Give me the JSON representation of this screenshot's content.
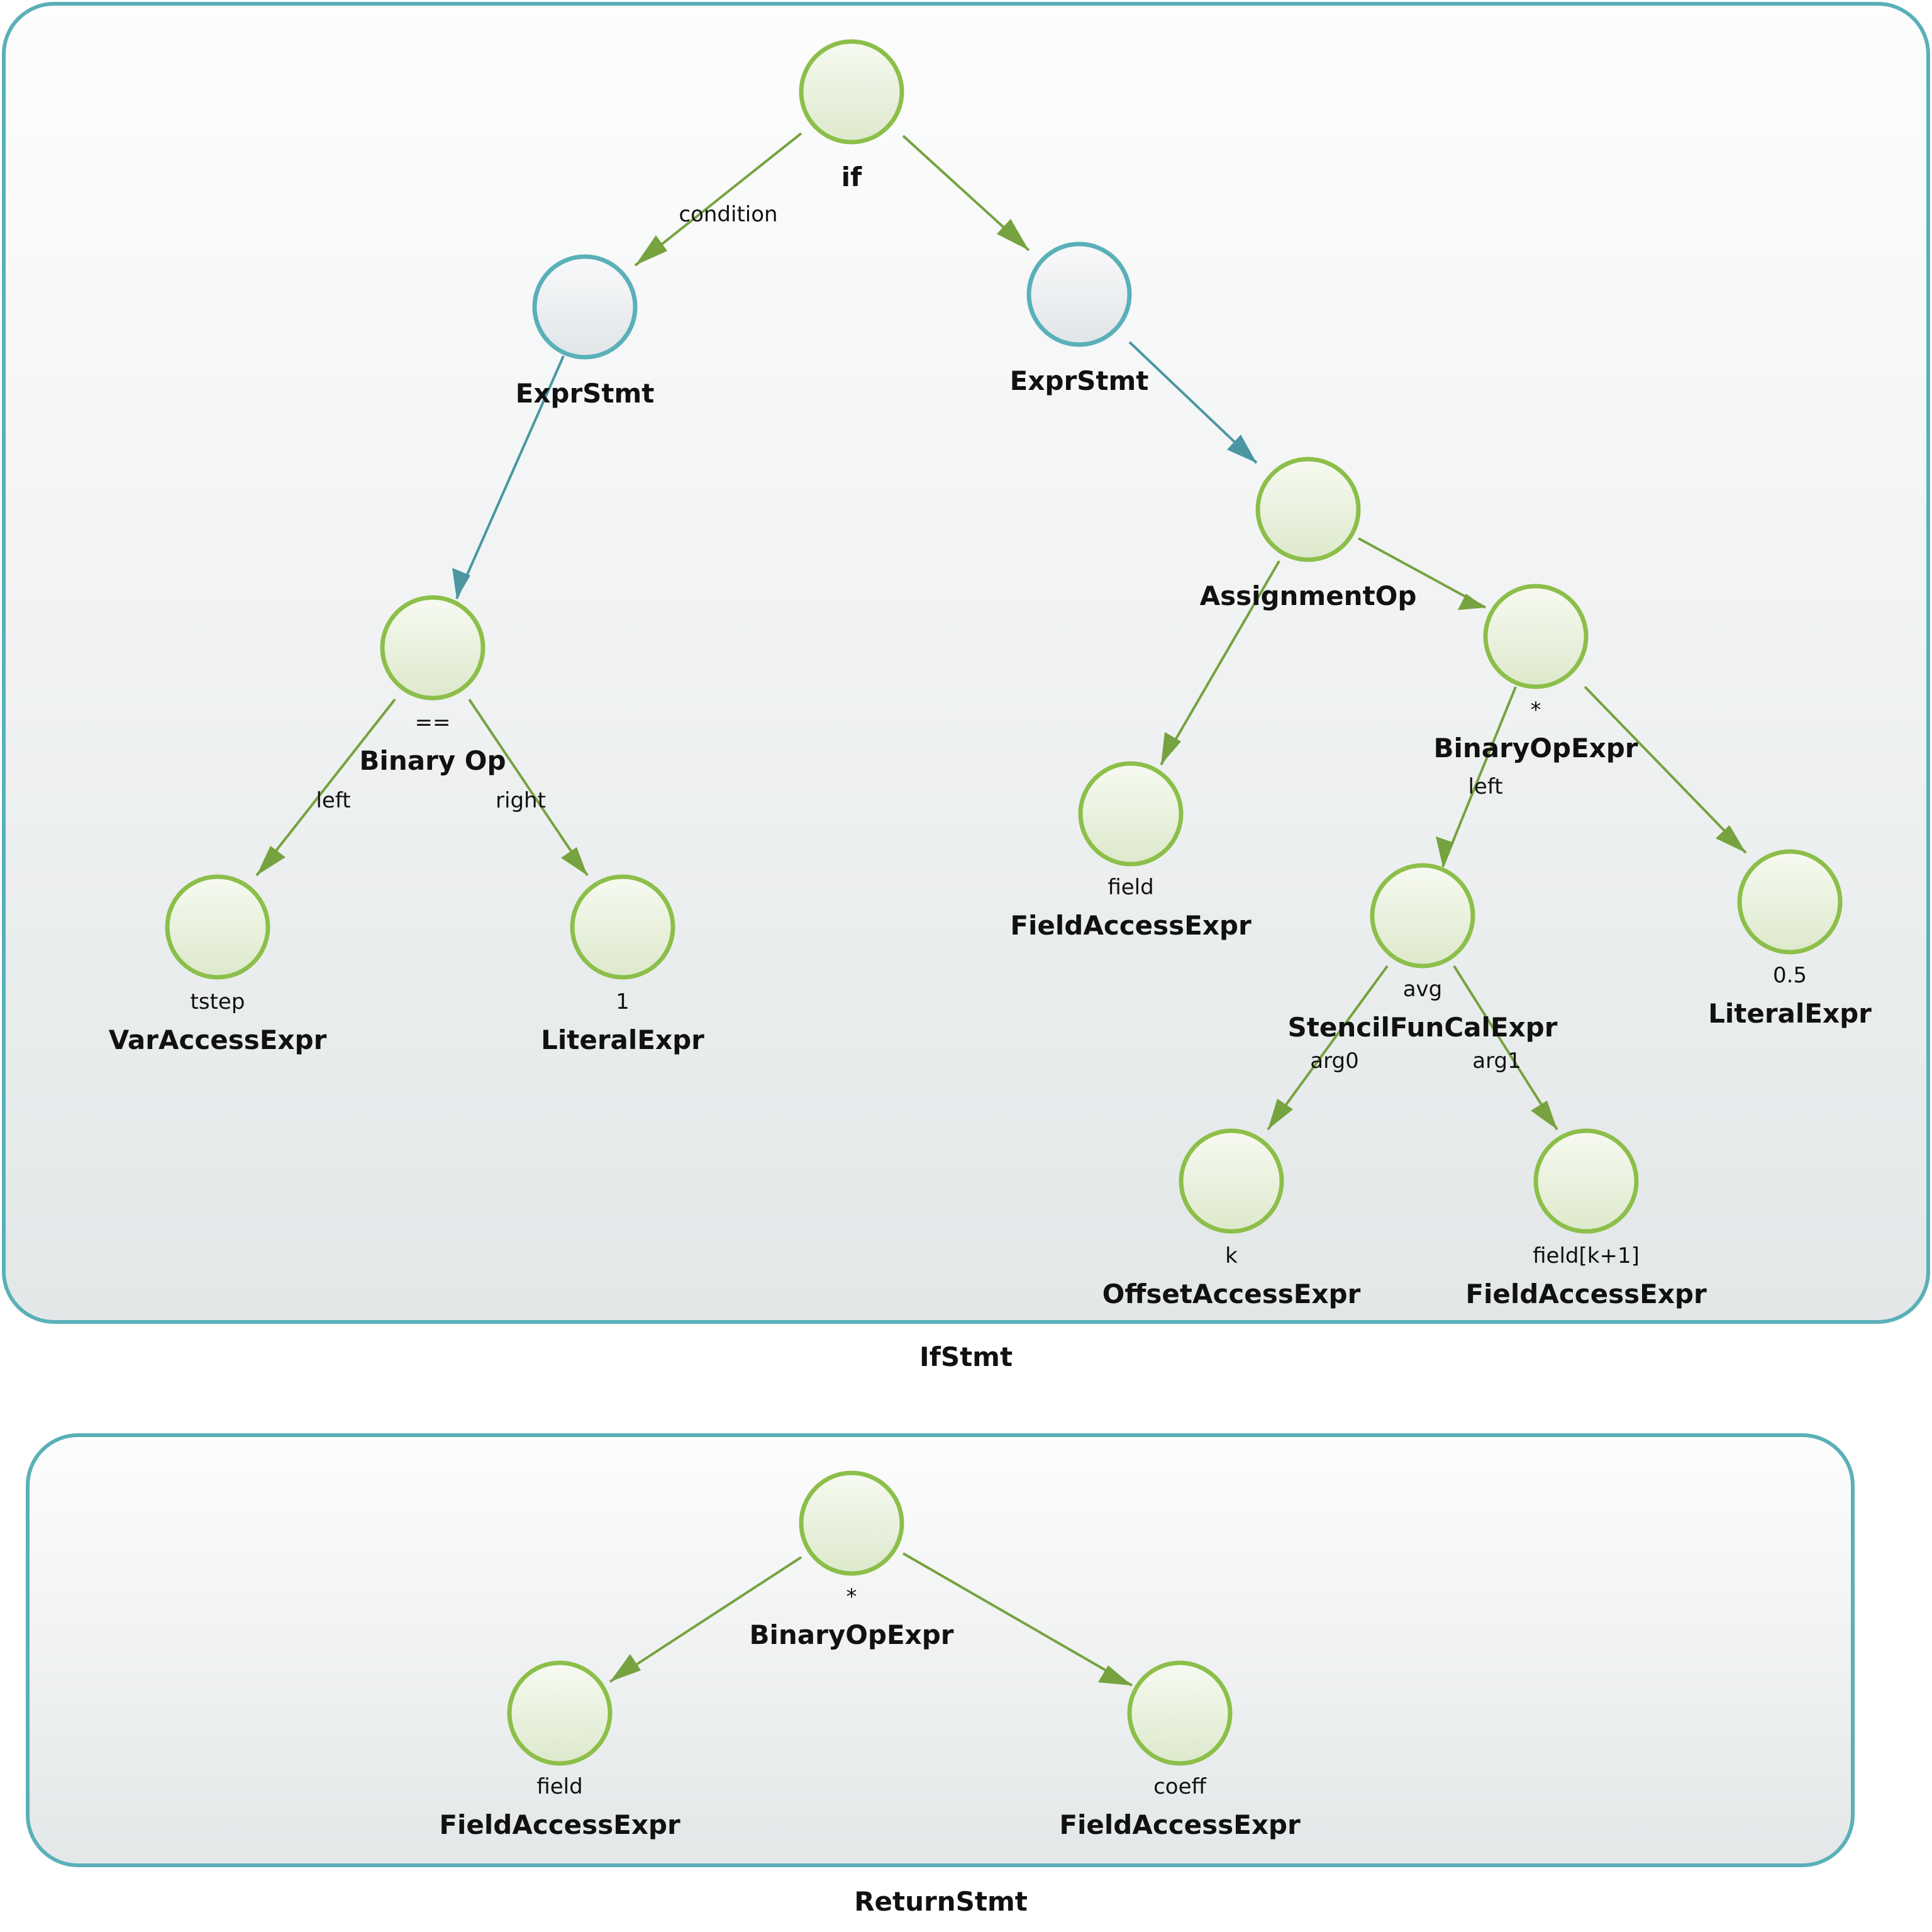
{
  "groups": {
    "if_stmt": "IfStmt",
    "return_stmt": "ReturnStmt"
  },
  "nodes": {
    "if_root": {
      "type": "if",
      "value": ""
    },
    "expr_stmt_left": {
      "type": "ExprStmt",
      "value": ""
    },
    "expr_stmt_right": {
      "type": "ExprStmt",
      "value": ""
    },
    "binary_op_eq": {
      "type": "Binary Op",
      "value": "=="
    },
    "var_access_tstep": {
      "type": "VarAccessExpr",
      "value": "tstep"
    },
    "literal_1": {
      "type": "LiteralExpr",
      "value": "1"
    },
    "assignment_op": {
      "type": "AssignmentOp",
      "value": ""
    },
    "field_access_field": {
      "type": "FieldAccessExpr",
      "value": "field"
    },
    "binary_op_mul": {
      "type": "BinaryOpExpr",
      "value": "*"
    },
    "stencil_fun_call": {
      "type": "StencilFunCalExpr",
      "value": "avg"
    },
    "literal_05": {
      "type": "LiteralExpr",
      "value": "0.5"
    },
    "offset_access_k": {
      "type": "OffsetAccessExpr",
      "value": "k"
    },
    "field_access_k1": {
      "type": "FieldAccessExpr",
      "value": "field[k+1]"
    },
    "ret_binary_op": {
      "type": "BinaryOpExpr",
      "value": "*"
    },
    "ret_field": {
      "type": "FieldAccessExpr",
      "value": "field"
    },
    "ret_coeff": {
      "type": "FieldAccessExpr",
      "value": "coeff"
    }
  },
  "edge_labels": {
    "condition": "condition",
    "eq_left": "left",
    "eq_right": "right",
    "mul_left": "left",
    "arg0": "arg0",
    "arg1": "arg1"
  },
  "colors": {
    "node_green_stroke": "#8cbf4a",
    "node_teal_stroke": "#5ab0b8",
    "edge_green": "#76a23f",
    "edge_teal": "#4a97a2",
    "group_border": "#5ab0b8"
  }
}
